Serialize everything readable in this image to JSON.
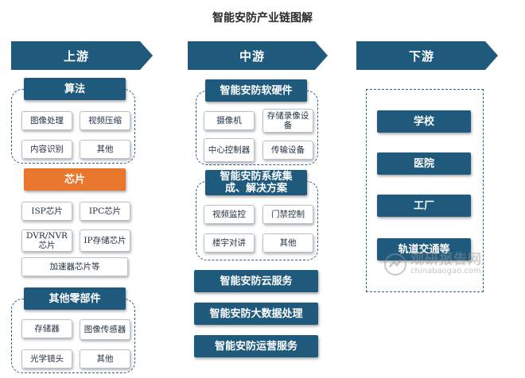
{
  "title": "智能安防产业链图解",
  "stages": {
    "upstream": "上游",
    "midstream": "中游",
    "downstream": "下游"
  },
  "upstream": {
    "algorithm": {
      "header": "算法",
      "items": [
        "图像处理",
        "视频压缩",
        "内容识别",
        "其他"
      ]
    },
    "chip": {
      "header": "芯片",
      "items": [
        "ISP芯片",
        "IPC芯片",
        "DVR/NVR芯片",
        "IP存储芯片",
        "加速器芯片等"
      ]
    },
    "parts": {
      "header": "其他零部件",
      "items": [
        "存储器",
        "图像传感器",
        "光学镜头",
        "其他"
      ]
    }
  },
  "midstream": {
    "hardware": {
      "header": "智能安防软硬件",
      "items": [
        "摄像机",
        "存储录像设备",
        "中心控制器",
        "传输设备"
      ]
    },
    "integration": {
      "header": "智能安防系统集成、解决方案",
      "items": [
        "视频监控",
        "门禁控制",
        "楼宇对讲",
        "其他"
      ]
    },
    "services": [
      "智能安防云服务",
      "智能安防大数据处理",
      "智能安防运营服务"
    ]
  },
  "downstream": {
    "items": [
      "学校",
      "医院",
      "工厂",
      "轨道交通等"
    ]
  },
  "watermark": {
    "text": "观研报告网",
    "url": "chinabaogao.com"
  },
  "colors": {
    "primary": "#1f5a7c",
    "accent": "#e8762d",
    "dashed": "#2b5f84"
  }
}
